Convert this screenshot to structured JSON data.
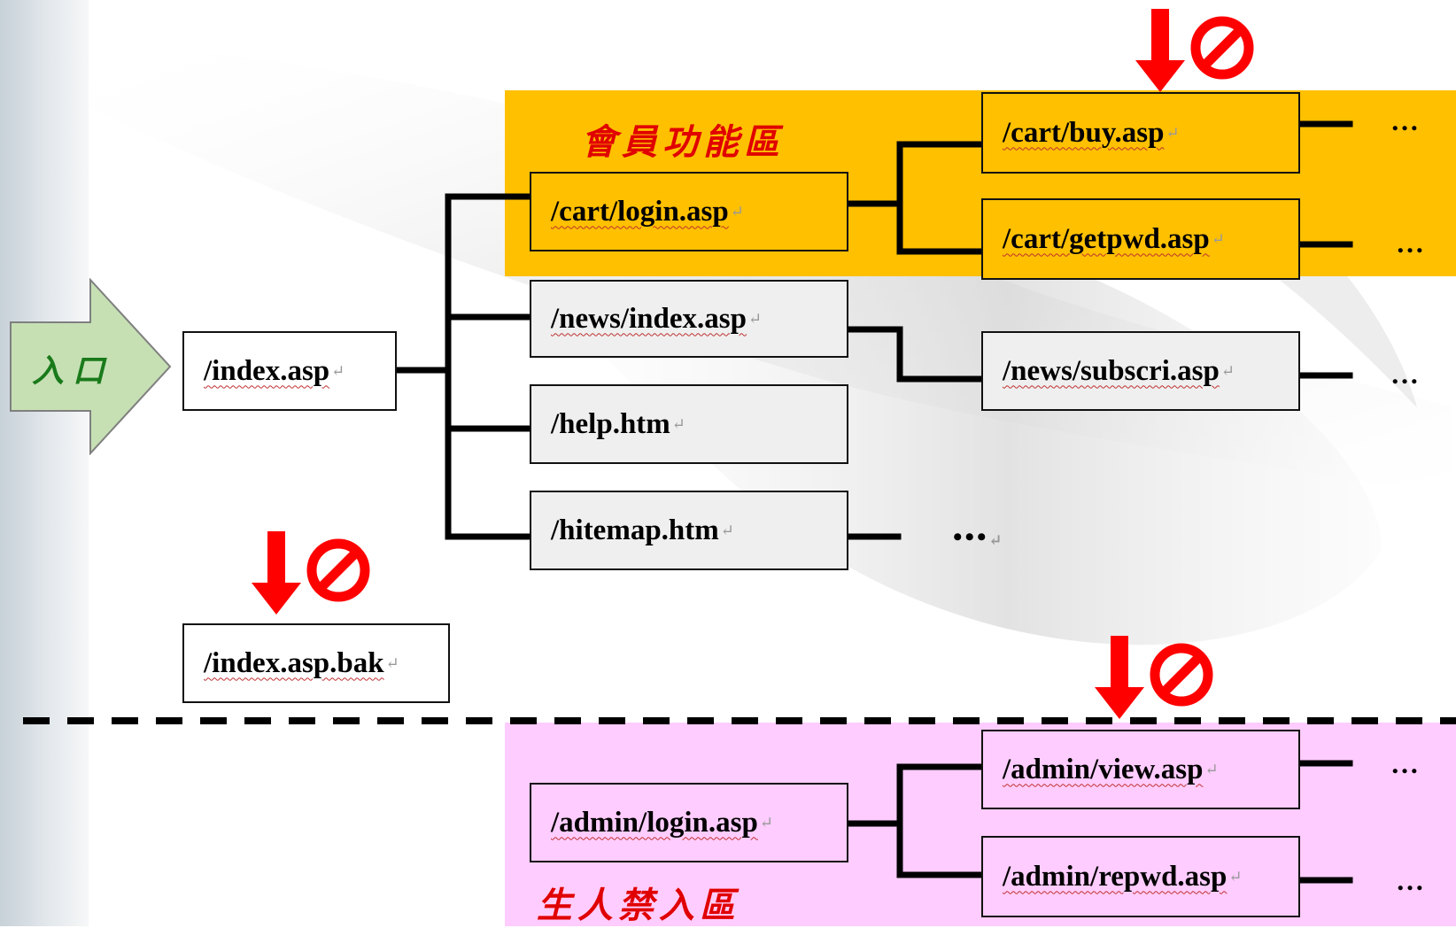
{
  "entry": {
    "label": "入口"
  },
  "zones": {
    "member": {
      "label": "會員功能區",
      "color": "#ffc000"
    },
    "restricted": {
      "label": "生人禁入區",
      "color": "#ffccff"
    }
  },
  "nodes": {
    "index": "/index.asp",
    "index_bak": "/index.asp.bak",
    "cart_login": "/cart/login.asp",
    "news_index": "/news/index.asp",
    "help": "/help.htm",
    "hitemap": "/hitemap.htm",
    "cart_buy": "/cart/buy.asp",
    "cart_getpwd": "/cart/getpwd.asp",
    "news_subscri": "/news/subscri.asp",
    "admin_login": "/admin/login.asp",
    "admin_view": "/admin/view.asp",
    "admin_repwd": "/admin/repwd.asp"
  },
  "continuation": "…",
  "continuation_hitemap": "•••",
  "return_mark": "↵",
  "colors": {
    "arrow_red": "#ff0000",
    "entry_green": "#c6e0b4",
    "label_red": "#e00000"
  },
  "icons": [
    "down-arrow-icon",
    "prohibited-icon",
    "right-arrow-icon"
  ]
}
